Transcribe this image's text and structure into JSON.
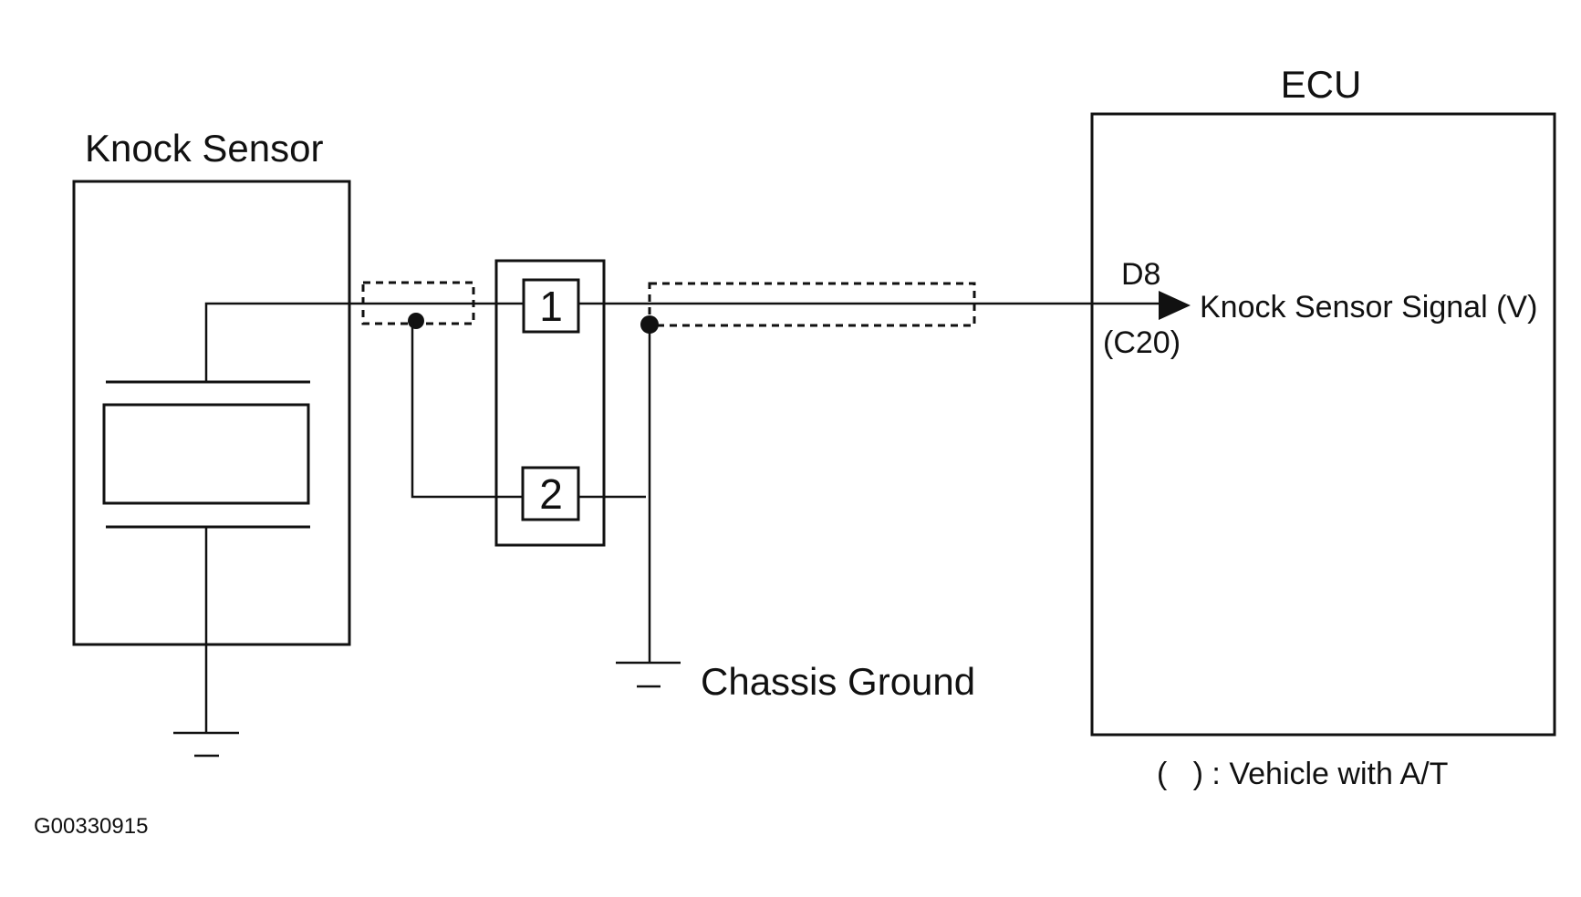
{
  "components": {
    "knock_sensor": {
      "label": "Knock Sensor"
    },
    "ecu": {
      "label": "ECU"
    },
    "connector": {
      "pin1": "1",
      "pin2": "2"
    }
  },
  "labels": {
    "terminal_main": "D8",
    "terminal_at": "(C20)",
    "signal": "Knock Sensor Signal (V)",
    "chassis_ground": "Chassis Ground",
    "legend": "(   ) : Vehicle with A/T",
    "figure_code": "G00330915"
  }
}
